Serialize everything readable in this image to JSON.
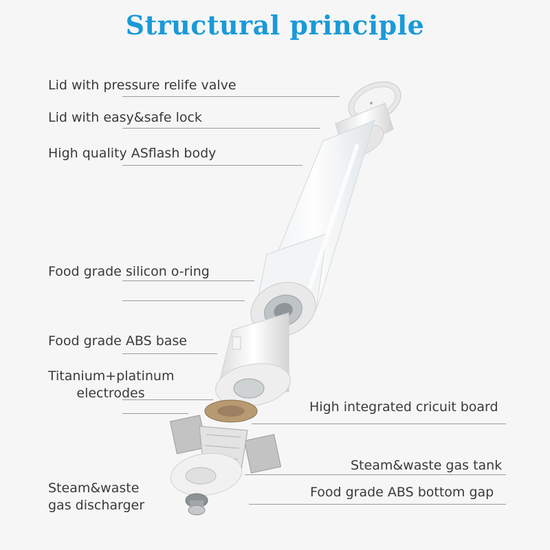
{
  "title": "Structural principle",
  "labels": {
    "lid_valve": "Lid with pressure relife valve",
    "lid_lock": "Lid with easy&safe lock",
    "body": "High quality ASflash body",
    "oring": "Food grade silicon o-ring",
    "abs_base": "Food grade ABS base",
    "electrodes_line1": "Titanium+platinum",
    "electrodes_line2": "electrodes",
    "circuit": "High integrated cricuit board",
    "gas_tank": "Steam&waste gas tank",
    "bottom_gap": "Food grade ABS bottom gap",
    "discharger_line1": "Steam&waste",
    "discharger_line2": "gas discharger"
  },
  "colors": {
    "title": "#1a9ad8",
    "label": "#3a3a3a",
    "leader": "#9a9a9a"
  }
}
